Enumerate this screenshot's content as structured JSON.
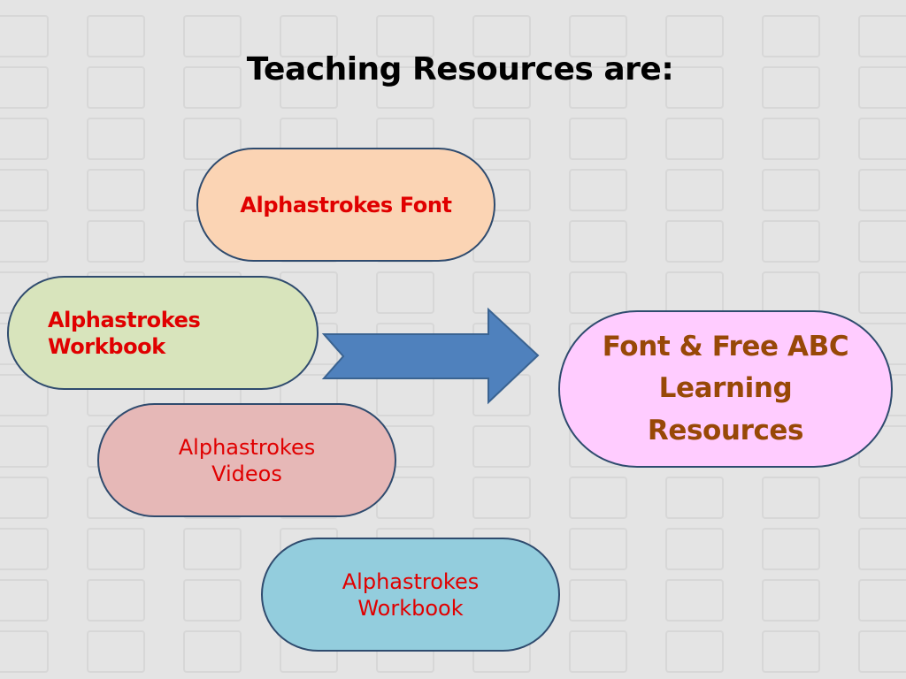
{
  "title": "Teaching Resources are:",
  "nodes": {
    "font": {
      "line1": "Alphastrokes Font"
    },
    "workbook_bold": {
      "line1": "Alphastrokes",
      "line2": "Workbook"
    },
    "videos": {
      "line1": "Alphastrokes",
      "line2": "Videos"
    },
    "workbook_plain": {
      "line1": "Alphastrokes",
      "line2": "Workbook"
    },
    "result": {
      "line1": "Font & Free ABC",
      "line2": "Learning",
      "line3": "Resources"
    }
  },
  "colors": {
    "background": "#e4e4e4",
    "border": "#2f4b6e",
    "font_fill": "#fbd4b4",
    "workbook_bold_fill": "#d8e4bc",
    "videos_fill": "#e6b8b7",
    "workbook_plain_fill": "#93cddd",
    "result_fill": "#ffccff",
    "node_text": "#e00000",
    "result_text": "#984807",
    "arrow_fill": "#4f81bd"
  }
}
